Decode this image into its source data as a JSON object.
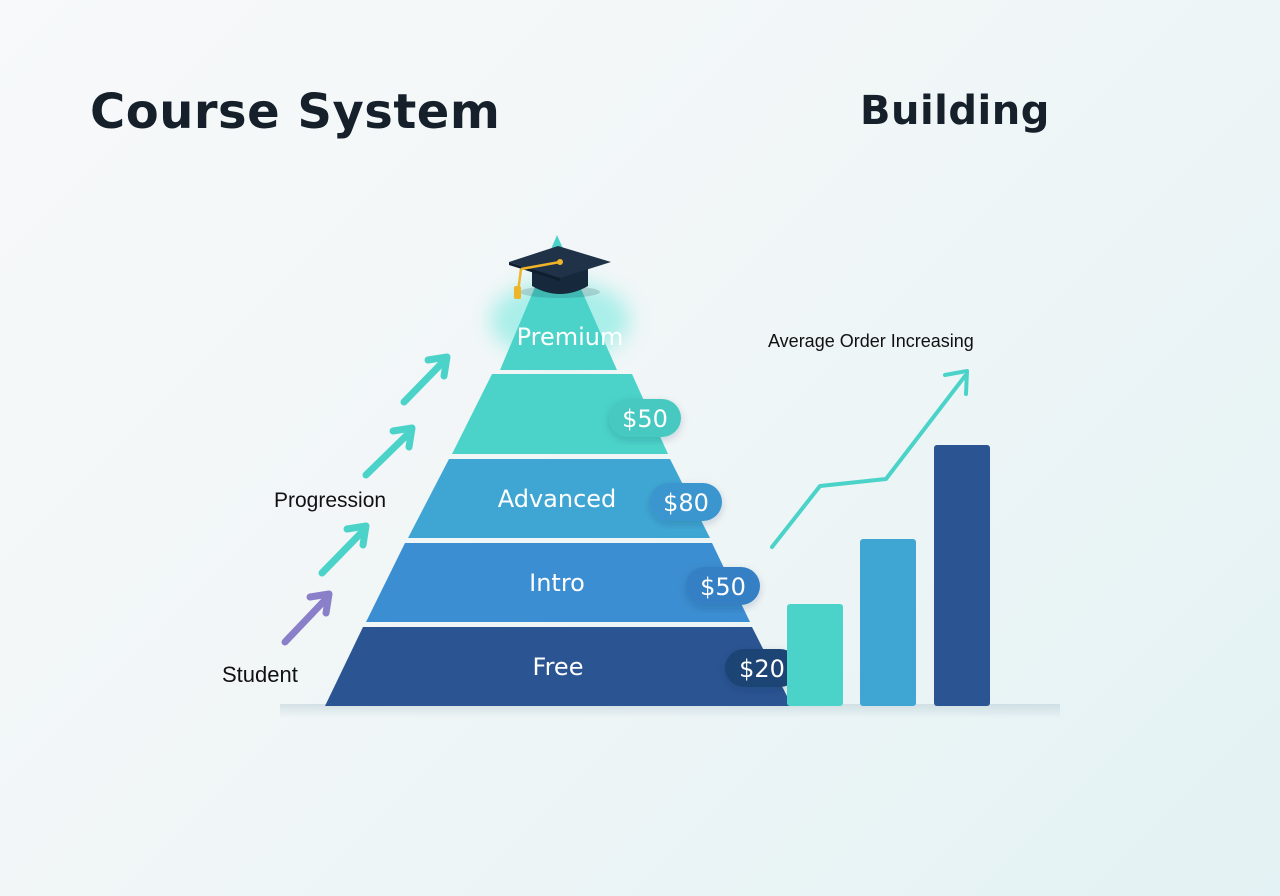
{
  "titles": {
    "left": "Course System",
    "right": "Building"
  },
  "labels": {
    "progression": "Progression",
    "student": "Student",
    "average_order": "Average Order Increasing"
  },
  "pyramid": {
    "tiers": [
      {
        "name": "Premium",
        "price": "$50",
        "color": "#4bd3c9"
      },
      {
        "name": "Advanced",
        "price": "$80",
        "color": "#3fa6d3"
      },
      {
        "name": "Intro",
        "price": "$50",
        "color": "#3b8ed1"
      },
      {
        "name": "Free",
        "price": "$20",
        "color": "#2a5592"
      }
    ],
    "top_icon": "graduation-cap-icon"
  },
  "bars": {
    "colors": [
      "#4bd3c9",
      "#3fa6d3",
      "#2a5592"
    ],
    "trend_color": "#4bd3c9"
  },
  "arrows": {
    "progression_color": "#4bd3c9",
    "student_color": "#8a7fc9"
  }
}
